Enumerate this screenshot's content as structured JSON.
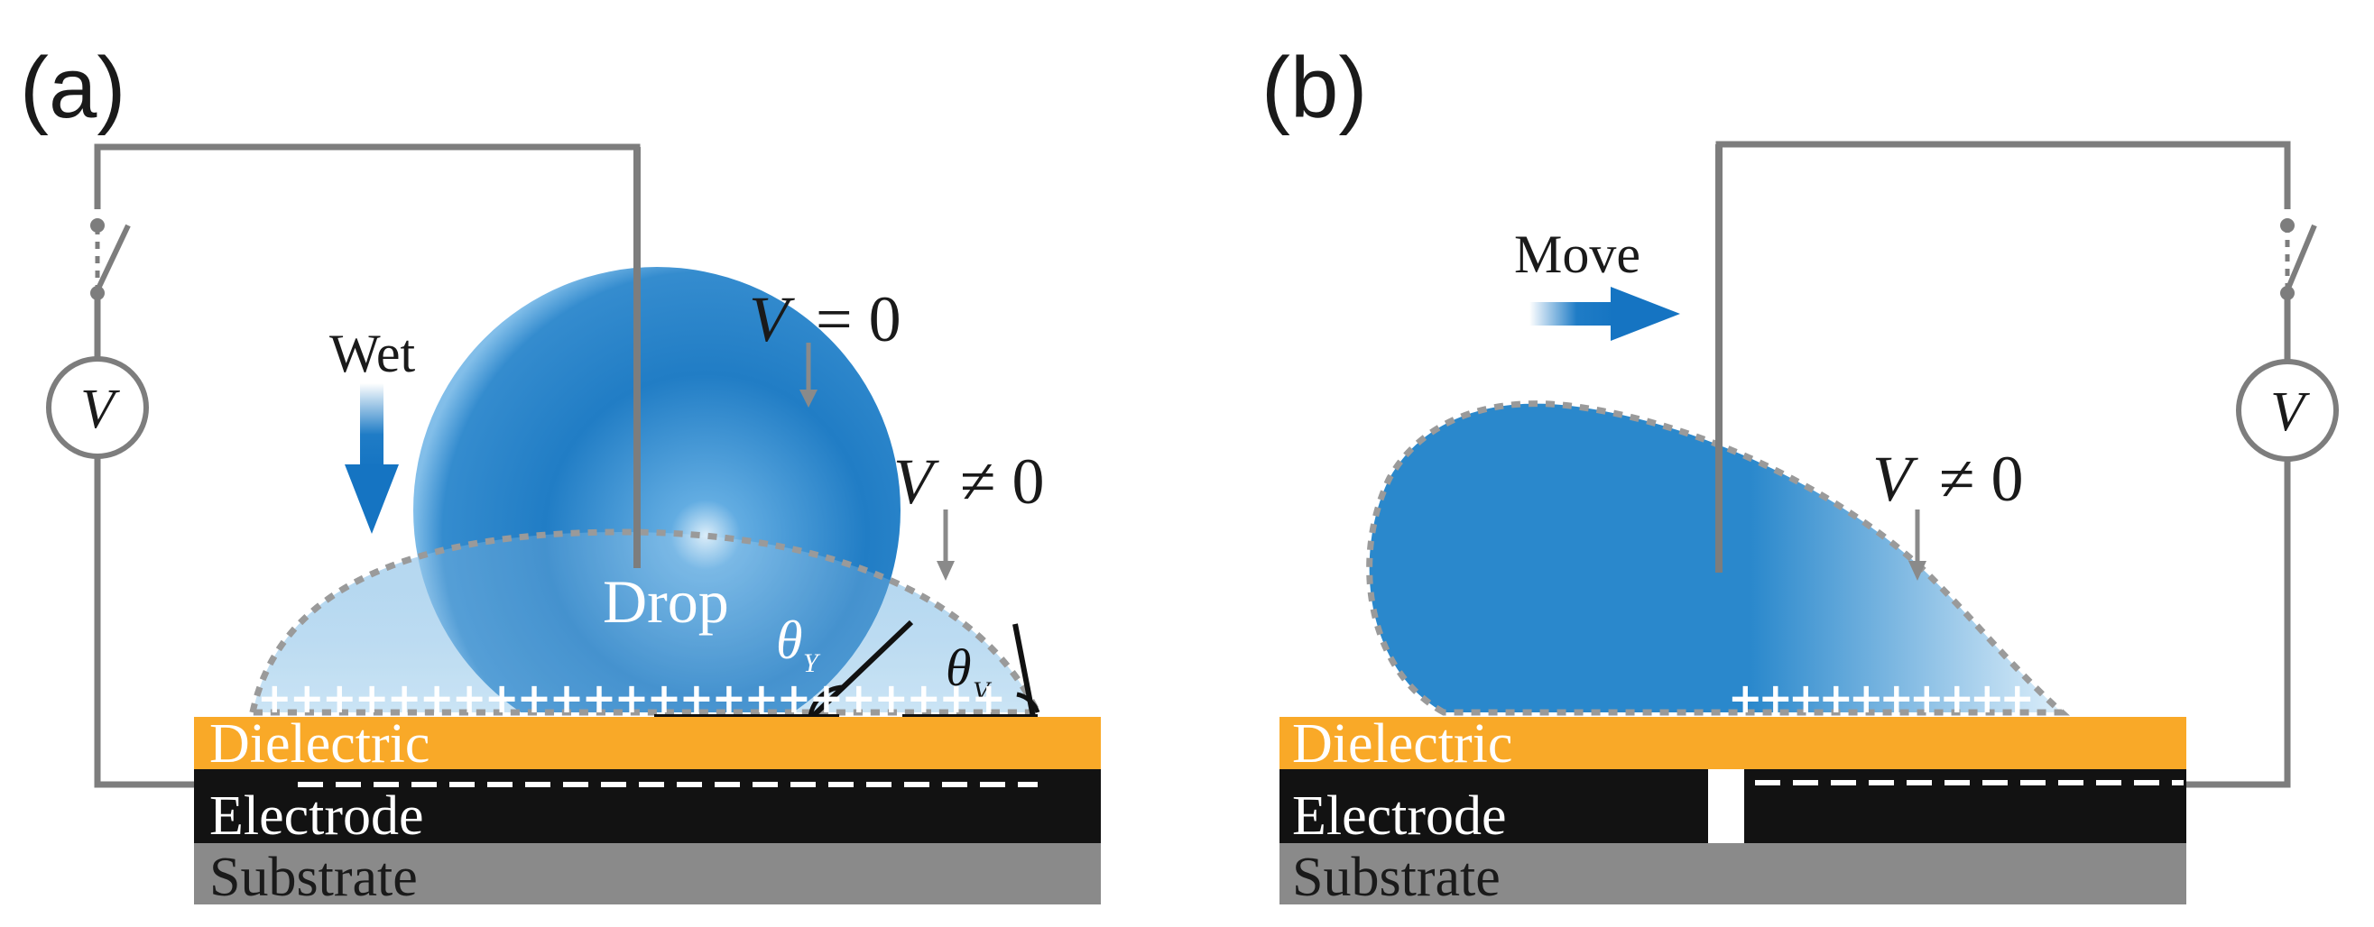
{
  "panels": {
    "a": {
      "label": "(a)",
      "layers": {
        "dielectric": "Dielectric",
        "electrode": "Electrode",
        "substrate": "Substrate"
      },
      "wet_label": "Wet",
      "drop_label": "Drop",
      "v_zero": {
        "var": "V",
        "rest": "= 0"
      },
      "v_nonzero": {
        "var": "V",
        "rest": "≠ 0"
      },
      "source_label": "V",
      "theta_y": {
        "symbol": "θ",
        "sub": "Y"
      },
      "theta_v": {
        "symbol": "θ",
        "sub": "V"
      },
      "charges": "+++++++++++++++++++++++"
    },
    "b": {
      "label": "(b)",
      "layers": {
        "dielectric": "Dielectric",
        "electrode": "Electrode",
        "substrate": "Substrate"
      },
      "move_label": "Move",
      "v_nonzero": {
        "var": "V",
        "rest": "≠ 0"
      },
      "source_label": "V",
      "charges": "++++++++++"
    }
  },
  "colors": {
    "dielectric": "#f9a928",
    "electrode": "#121212",
    "substrate": "#8a8a8a",
    "drop": "#1e7bc4",
    "wire": "#7d7d7d"
  }
}
